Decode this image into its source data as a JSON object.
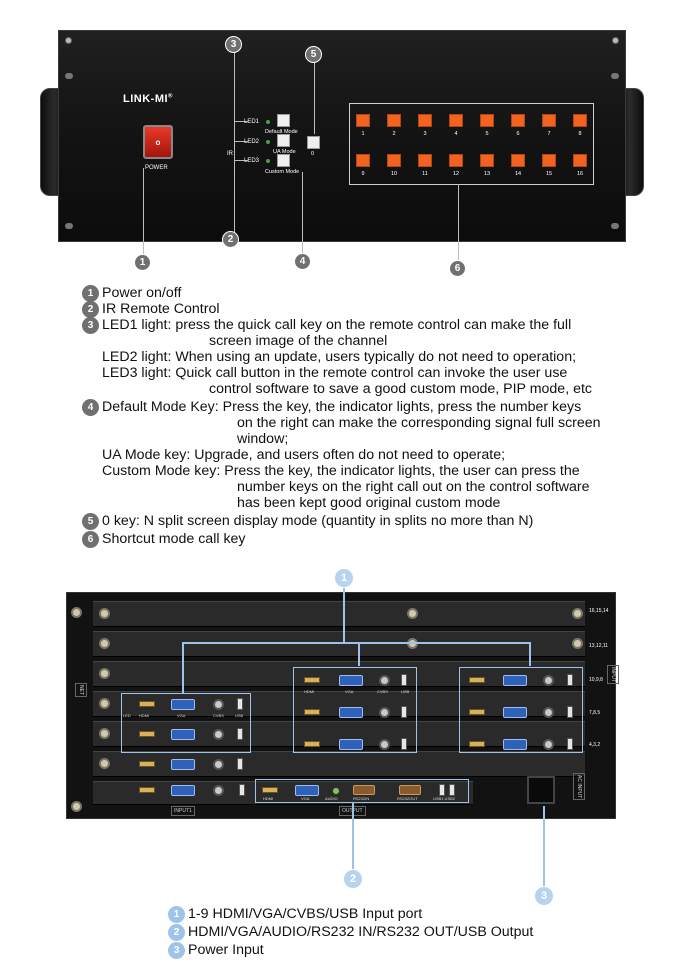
{
  "front_panel": {
    "brand": "LINK-MI",
    "brand_mark": "®",
    "power_label": "POWER",
    "power_mark": "o",
    "ir_label": "IR",
    "leds": [
      "LED1",
      "LED2",
      "LED3"
    ],
    "modes": [
      "Default Mode",
      "UA Mode",
      "Custom Mode"
    ],
    "zero_key_label": "0",
    "shortcut_keys": [
      "1",
      "2",
      "3",
      "4",
      "5",
      "6",
      "7",
      "8",
      "9",
      "10",
      "11",
      "12",
      "13",
      "14",
      "15",
      "16"
    ],
    "callouts": [
      "1",
      "2",
      "3",
      "4",
      "5",
      "6"
    ],
    "colors": {
      "panel": "#141414",
      "shortcut_key": "#f1631f",
      "power_key": "#d9281a",
      "badge": "#707070"
    }
  },
  "legend": {
    "item1": {
      "num": "1",
      "text": "Power on/off"
    },
    "item2": {
      "num": "2",
      "text": "IR Remote Control"
    },
    "item3": {
      "num": "3",
      "led1_head": "LED1 light:",
      "led1_text": "press the quick call key on the remote control can make the full",
      "led1_cont": "screen image of the channel",
      "led2_head": "LED2 light:",
      "led2_text": "When using an update, users typically do not need to operation;",
      "led3_head": "LED3 light:",
      "led3_text": "Quick call button in the remote control can invoke the user use",
      "led3_cont": "control software to save a good custom mode, PIP mode, etc"
    },
    "item4": {
      "num": "4",
      "def_head": "Default Mode Key:",
      "def_text": "Press the key, the indicator lights, press the number keys",
      "def_cont1": "on the right can make the corresponding signal full screen",
      "def_cont2": "window;",
      "ua_text": "UA Mode key: Upgrade, and users often do not need to operate;",
      "cust_head": "Custom Mode key:",
      "cust_text": "Press the key, the indicator lights, the user can press the",
      "cust_cont1": "number keys on the right call out on the control software",
      "cust_cont2": "has been kept good original custom mode"
    },
    "item5": {
      "num": "5",
      "text": "0 key: N split screen display mode (quantity in splits no more than N)"
    },
    "item6": {
      "num": "6",
      "text": "Shortcut mode call key"
    }
  },
  "rear_panel": {
    "row_labels": [
      "16,15,14",
      "13,12,11",
      "10,9,8",
      "7,8,5",
      "4,3,2"
    ],
    "input_label": "INPUT",
    "net_label": "NET",
    "input1_label": "INPUT1",
    "output_label": "OUTPUT",
    "ac_label": "AC INPUT",
    "port_labels": {
      "hdmi": "HDMI",
      "vga": "VGA",
      "cvbs": "CVBS",
      "usb": "USB",
      "led": "LED",
      "audio": "AUDIO",
      "rs232in": "RS232IN",
      "rs232out": "RS232OUT",
      "usb12": "USB1 USB2"
    },
    "callouts": [
      "1",
      "2",
      "3"
    ],
    "colors": {
      "callout": "#9fc3e8",
      "vga": "#2f61b8",
      "hdmi": "#d9b15a"
    }
  },
  "legend2": {
    "item1": {
      "num": "1",
      "text": "1-9 HDMI/VGA/CVBS/USB Input port"
    },
    "item2": {
      "num": "2",
      "text": "HDMI/VGA/AUDIO/RS232 IN/RS232 OUT/USB Output"
    },
    "item3": {
      "num": "3",
      "text": "Power Input"
    }
  }
}
